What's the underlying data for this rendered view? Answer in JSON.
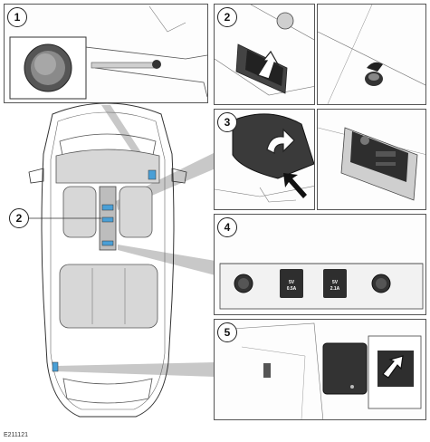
{
  "callouts": [
    "1",
    "2",
    "3",
    "4",
    "5"
  ],
  "socket_labels": {
    "left": "5V",
    "left_sub": "0.5A",
    "right": "5V",
    "right_sub": "2.1A"
  },
  "figure_code": "E211121",
  "colors": {
    "line": "#333333",
    "seat_fill": "#d7d7d7",
    "highlight": "#4a9fd6",
    "pointer": "#bdbdbd"
  }
}
